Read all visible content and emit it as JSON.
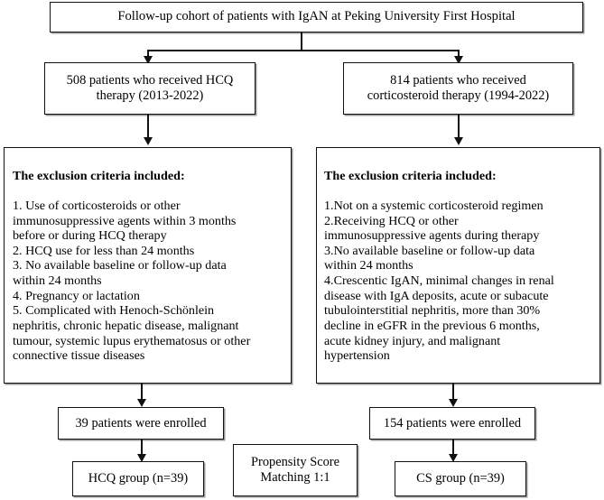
{
  "figure": {
    "type": "flow-diagram",
    "title": "Patient selection flow diagram"
  },
  "nodes": {
    "cohort": {
      "text": "Follow-up cohort of patients with IgAN at Peking University First Hospital"
    },
    "hcq_therapy": {
      "text": "508 patients who received HCQ\ntherapy (2013-2022)"
    },
    "cs_therapy": {
      "text": "814 patients who received\ncorticosteroid therapy (1994-2022)"
    },
    "exclusion_hcq": {
      "heading": "The exclusion criteria included:",
      "body": "1. Use of corticosteroids or other\nimmunosuppressive agents within 3 months\nbefore or during HCQ therapy\n2. HCQ use for less than 24 months\n3. No available baseline or follow-up data\nwithin 24 months\n4. Pregnancy or lactation\n5. Complicated with Henoch-Schönlein\nnephritis, chronic hepatic disease, malignant\ntumour, systemic lupus erythematosus or other\nconnective tissue diseases"
    },
    "exclusion_cs": {
      "heading": "The exclusion criteria included:",
      "body": "1.Not on a systemic corticosteroid regimen\n2.Receiving HCQ or other\nimmunosuppressive agents during therapy\n3.No available baseline or follow-up data\nwithin 24 months\n4.Crescentic IgAN, minimal changes in renal\ndisease with IgA deposits, acute or subacute\ntubulointerstitial nephritis, more than 30%\ndecline in eGFR in the previous 6 months,\nacute kidney injury, and malignant\nhypertension"
    },
    "enrolled_hcq": {
      "text": "39 patients were enrolled"
    },
    "enrolled_cs": {
      "text": "154 patients were enrolled"
    },
    "group_hcq": {
      "text": "HCQ group (n=39)"
    },
    "propensity_matching": {
      "text": "Propensity Score\nMatching 1:1"
    },
    "group_cs": {
      "text": "CS group (n=39)"
    }
  },
  "colors": {
    "stroke": "#111111",
    "background": "#ffffff",
    "shadow": "#9a9a9a"
  }
}
